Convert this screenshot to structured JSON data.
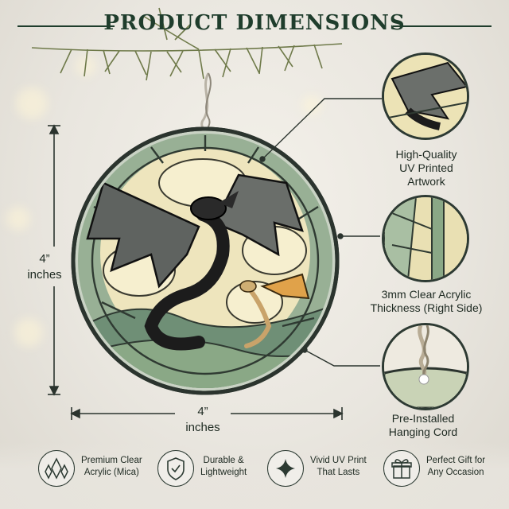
{
  "title": "PRODUCT DIMENSIONS",
  "dimensions": {
    "height_value": "4”",
    "height_unit": "inches",
    "width_value": "4”",
    "width_unit": "inches"
  },
  "callouts": [
    {
      "line1": "High-Quality",
      "line2": "UV Printed",
      "line3": "Artwork"
    },
    {
      "line1": "3mm Clear Acrylic",
      "line2": "Thickness (Right Side)",
      "line3": ""
    },
    {
      "line1": "Pre-Installed",
      "line2": "Hanging Cord",
      "line3": ""
    }
  ],
  "features": [
    {
      "line1": "Premium Clear",
      "line2": "Acrylic (Mica)",
      "icon": "crystal-icon"
    },
    {
      "line1": "Durable &",
      "line2": "Lightweight",
      "icon": "shield-check-icon"
    },
    {
      "line1": "Vivid UV Print",
      "line2": "That Lasts",
      "icon": "sparkle-icon"
    },
    {
      "line1": "Perfect Gift for",
      "line2": "Any Occasion",
      "icon": "gift-icon"
    }
  ],
  "colors": {
    "accent": "#1f3d2c",
    "glass_green": "#9fb59a",
    "glass_cream": "#efe7c0",
    "dragon_black": "#2a2a2a",
    "dragon_gold": "#d9a441"
  }
}
